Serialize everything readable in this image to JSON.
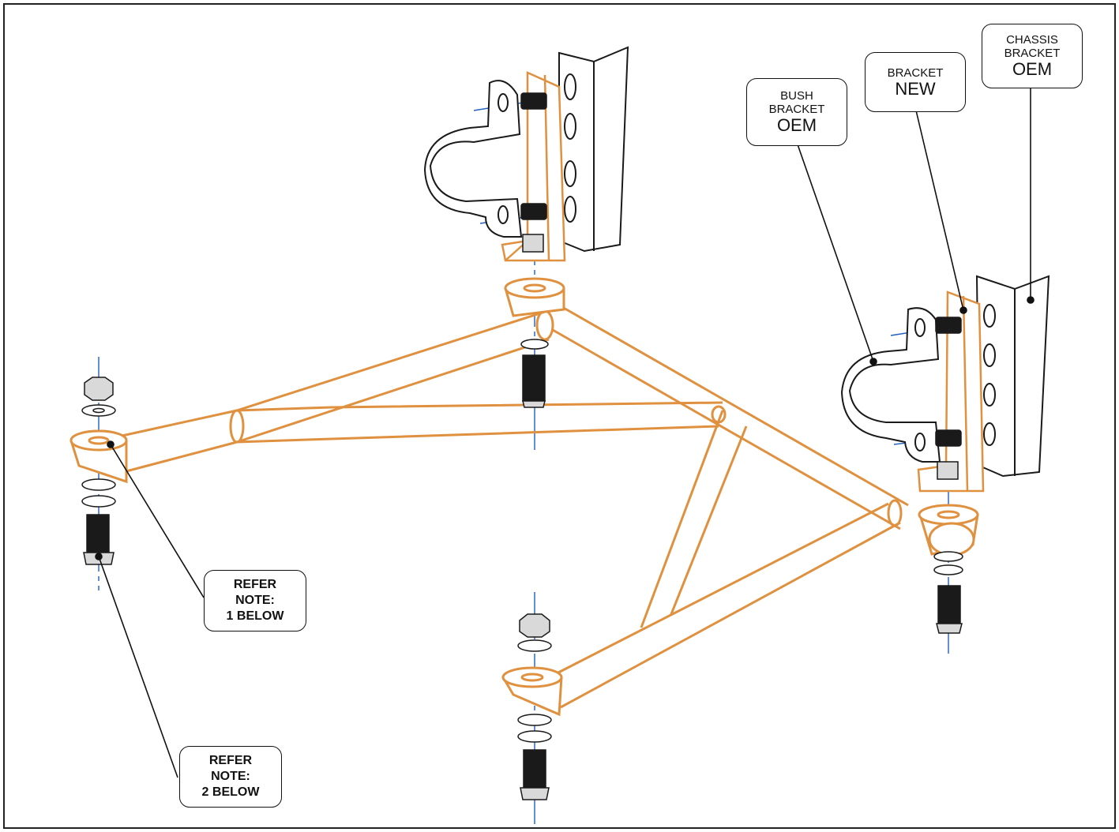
{
  "callouts": {
    "chassis_bracket": {
      "line1": "CHASSIS",
      "line2": "BRACKET",
      "line3": "OEM"
    },
    "bracket_new": {
      "line1": "BRACKET",
      "line2": "NEW"
    },
    "bush_bracket": {
      "line1": "BUSH",
      "line2": "BRACKET",
      "line3": "OEM"
    },
    "note1": {
      "line1": "REFER",
      "line2": "NOTE:",
      "line3": "1 BELOW"
    },
    "note2": {
      "line1": "REFER",
      "line2": "NOTE:",
      "line3": "2 BELOW"
    }
  },
  "colors": {
    "frame_part": "#e0913f",
    "oem_part": "#1a1a1a",
    "axis_line": "#1f5fbf",
    "hardware_fill": "#d9d9d9"
  }
}
